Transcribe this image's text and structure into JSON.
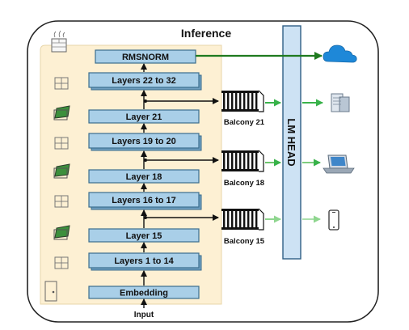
{
  "diagram": {
    "title": "Inference",
    "input_label": "Input",
    "head_label": "LM HEAD",
    "layers": [
      {
        "label": "RMSNORM",
        "stacked": false
      },
      {
        "label": "Layers 22 to 32",
        "stacked": true
      },
      {
        "label": "Layer 21",
        "stacked": false
      },
      {
        "label": "Layers 19 to 20",
        "stacked": true
      },
      {
        "label": "Layer 18",
        "stacked": false
      },
      {
        "label": "Layers 16 to 17",
        "stacked": true
      },
      {
        "label": "Layer 15",
        "stacked": false
      },
      {
        "label": "Layers 1 to 14",
        "stacked": true
      },
      {
        "label": "Embedding",
        "stacked": false
      }
    ],
    "balconies": [
      {
        "label": "Balcony 21"
      },
      {
        "label": "Balcony 18"
      },
      {
        "label": "Balcony 15"
      }
    ],
    "outputs": [
      {
        "icon": "cloud-icon"
      },
      {
        "icon": "server-icon"
      },
      {
        "icon": "laptop-icon"
      },
      {
        "icon": "smartphone-icon"
      }
    ],
    "colors": {
      "building_fill": "#fdf0d3",
      "layer_fill": "#a9cfe8",
      "layer_stroke": "#3a6d8e",
      "head_fill": "#cde2f4",
      "arrow_dark": "#1f7a1f",
      "arrow_mid": "#38b24a",
      "arrow_light": "#8fd68f",
      "icon_cloud": "#1e88d8"
    }
  }
}
